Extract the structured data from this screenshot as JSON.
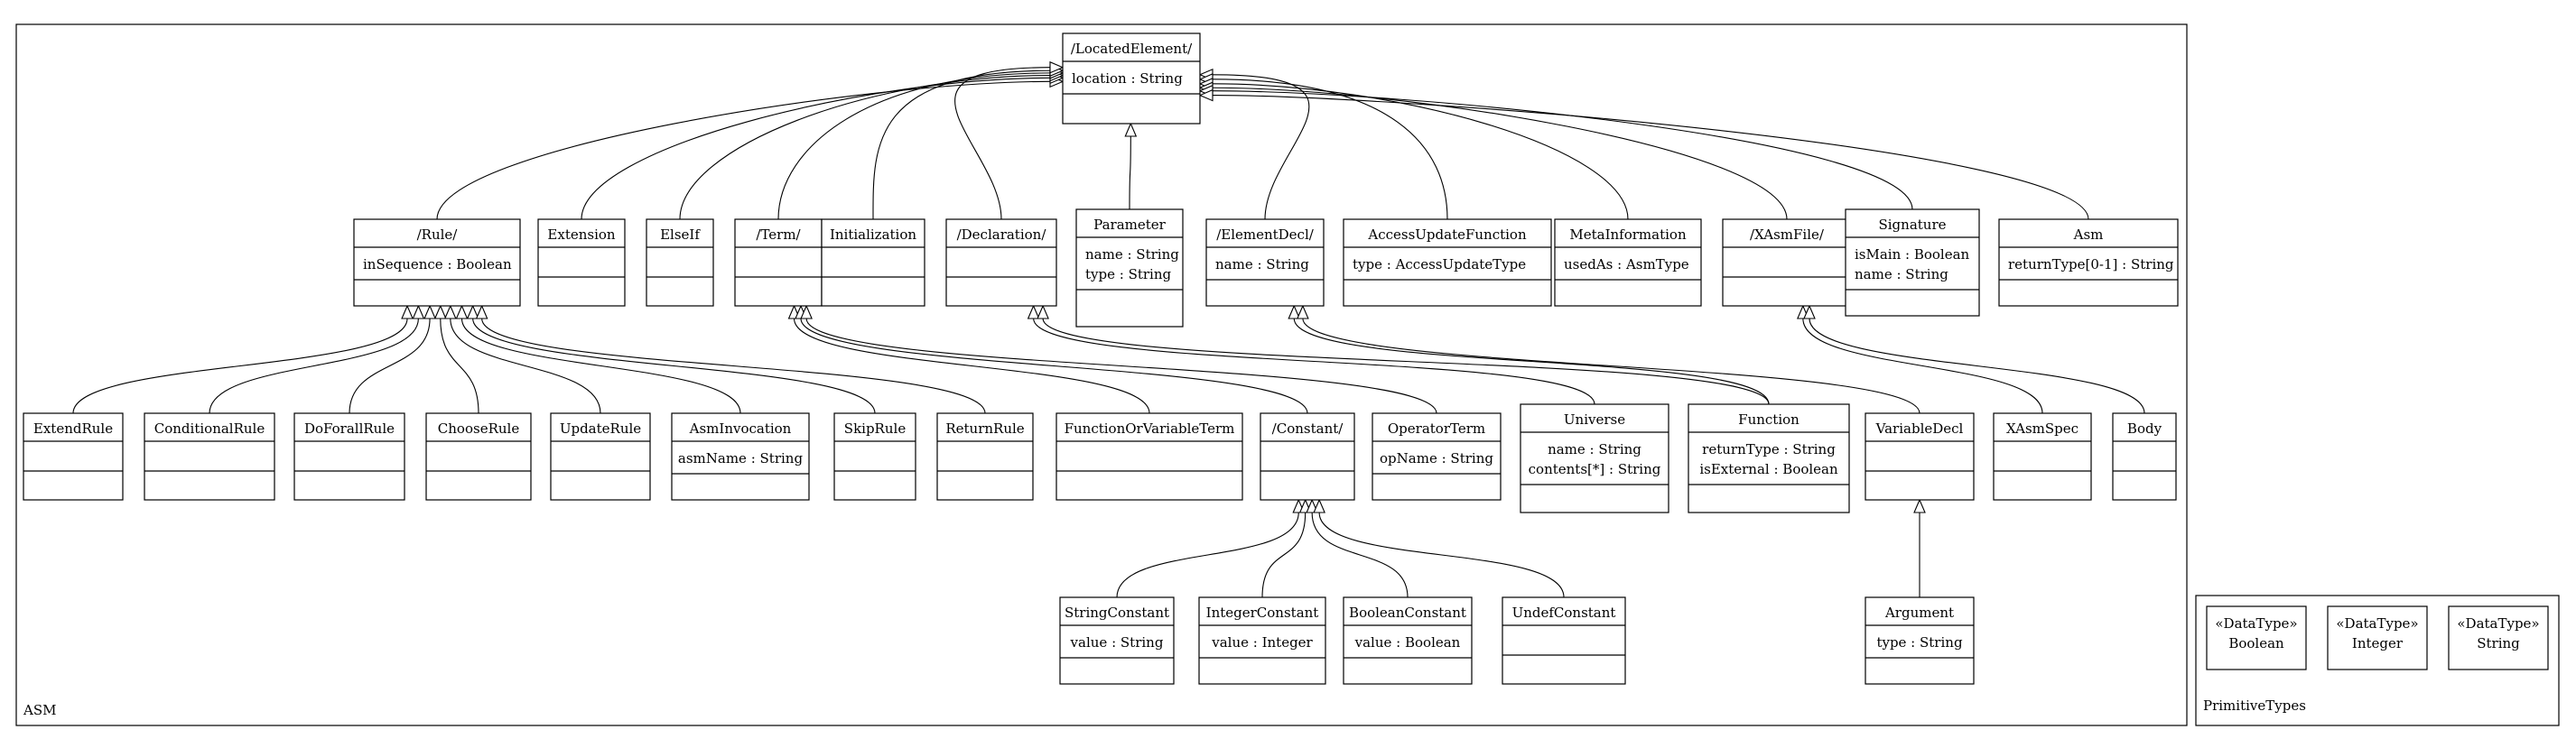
{
  "packages": {
    "asm": {
      "label": "ASM"
    },
    "primitive_types": {
      "label": "PrimitiveTypes"
    }
  },
  "classes": {
    "LocatedElement": {
      "name": "/LocatedElement/",
      "attrs": [
        "location : String"
      ]
    },
    "Rule": {
      "name": "/Rule/",
      "attrs": [
        "inSequence : Boolean"
      ]
    },
    "Extension": {
      "name": "Extension",
      "attrs": []
    },
    "ElseIf": {
      "name": "ElseIf",
      "attrs": []
    },
    "Term": {
      "name": "/Term/",
      "attrs": []
    },
    "Initialization": {
      "name": "Initialization",
      "attrs": []
    },
    "Declaration": {
      "name": "/Declaration/",
      "attrs": []
    },
    "Parameter": {
      "name": "Parameter",
      "attrs": [
        "name : String",
        "type : String"
      ]
    },
    "ElementDecl": {
      "name": "/ElementDecl/",
      "attrs": [
        "name : String"
      ]
    },
    "AccessUpdateFunction": {
      "name": "AccessUpdateFunction",
      "attrs": [
        "type : AccessUpdateType"
      ]
    },
    "MetaInformation": {
      "name": "MetaInformation",
      "attrs": [
        "usedAs : AsmType"
      ]
    },
    "XAsmFile": {
      "name": "/XAsmFile/",
      "attrs": []
    },
    "Signature": {
      "name": "Signature",
      "attrs": [
        "isMain : Boolean",
        "name : String"
      ]
    },
    "Asm": {
      "name": "Asm",
      "attrs": [
        "returnType[0-1] : String"
      ]
    },
    "ExtendRule": {
      "name": "ExtendRule",
      "attrs": []
    },
    "ConditionalRule": {
      "name": "ConditionalRule",
      "attrs": []
    },
    "DoForallRule": {
      "name": "DoForallRule",
      "attrs": []
    },
    "ChooseRule": {
      "name": "ChooseRule",
      "attrs": []
    },
    "UpdateRule": {
      "name": "UpdateRule",
      "attrs": []
    },
    "AsmInvocation": {
      "name": "AsmInvocation",
      "attrs": [
        "asmName : String"
      ]
    },
    "SkipRule": {
      "name": "SkipRule",
      "attrs": []
    },
    "ReturnRule": {
      "name": "ReturnRule",
      "attrs": []
    },
    "FunctionOrVariableTerm": {
      "name": "FunctionOrVariableTerm",
      "attrs": []
    },
    "Constant": {
      "name": "/Constant/",
      "attrs": []
    },
    "OperatorTerm": {
      "name": "OperatorTerm",
      "attrs": [
        "opName : String"
      ]
    },
    "Universe": {
      "name": "Universe",
      "attrs": [
        "name : String",
        "contents[*] : String"
      ]
    },
    "Function": {
      "name": "Function",
      "attrs": [
        "returnType : String",
        "isExternal : Boolean"
      ]
    },
    "VariableDecl": {
      "name": "VariableDecl",
      "attrs": []
    },
    "XAsmSpec": {
      "name": "XAsmSpec",
      "attrs": []
    },
    "Body": {
      "name": "Body",
      "attrs": []
    },
    "StringConstant": {
      "name": "StringConstant",
      "attrs": [
        "value : String"
      ]
    },
    "IntegerConstant": {
      "name": "IntegerConstant",
      "attrs": [
        "value : Integer"
      ]
    },
    "BooleanConstant": {
      "name": "BooleanConstant",
      "attrs": [
        "value : Boolean"
      ]
    },
    "UndefConstant": {
      "name": "UndefConstant",
      "attrs": []
    },
    "Argument": {
      "name": "Argument",
      "attrs": [
        "type : String"
      ]
    }
  },
  "datatypes": {
    "Boolean": {
      "stereotype": "«DataType»",
      "name": "Boolean"
    },
    "Integer": {
      "stereotype": "«DataType»",
      "name": "Integer"
    },
    "String": {
      "stereotype": "«DataType»",
      "name": "String"
    }
  },
  "generalizations": [
    [
      "Rule",
      "LocatedElement"
    ],
    [
      "Extension",
      "LocatedElement"
    ],
    [
      "ElseIf",
      "LocatedElement"
    ],
    [
      "Term",
      "LocatedElement"
    ],
    [
      "Initialization",
      "LocatedElement"
    ],
    [
      "Declaration",
      "LocatedElement"
    ],
    [
      "Parameter",
      "LocatedElement"
    ],
    [
      "ElementDecl",
      "LocatedElement"
    ],
    [
      "AccessUpdateFunction",
      "LocatedElement"
    ],
    [
      "MetaInformation",
      "LocatedElement"
    ],
    [
      "XAsmFile",
      "LocatedElement"
    ],
    [
      "Signature",
      "LocatedElement"
    ],
    [
      "Asm",
      "LocatedElement"
    ],
    [
      "ExtendRule",
      "Rule"
    ],
    [
      "ConditionalRule",
      "Rule"
    ],
    [
      "DoForallRule",
      "Rule"
    ],
    [
      "ChooseRule",
      "Rule"
    ],
    [
      "UpdateRule",
      "Rule"
    ],
    [
      "AsmInvocation",
      "Rule"
    ],
    [
      "SkipRule",
      "Rule"
    ],
    [
      "ReturnRule",
      "Rule"
    ],
    [
      "FunctionOrVariableTerm",
      "Term"
    ],
    [
      "Constant",
      "Term"
    ],
    [
      "OperatorTerm",
      "Term"
    ],
    [
      "Universe",
      "Declaration"
    ],
    [
      "Function",
      "Declaration"
    ],
    [
      "Function",
      "ElementDecl"
    ],
    [
      "VariableDecl",
      "ElementDecl"
    ],
    [
      "XAsmSpec",
      "XAsmFile"
    ],
    [
      "Body",
      "XAsmFile"
    ],
    [
      "StringConstant",
      "Constant"
    ],
    [
      "IntegerConstant",
      "Constant"
    ],
    [
      "BooleanConstant",
      "Constant"
    ],
    [
      "UndefConstant",
      "Constant"
    ],
    [
      "Argument",
      "VariableDecl"
    ]
  ]
}
